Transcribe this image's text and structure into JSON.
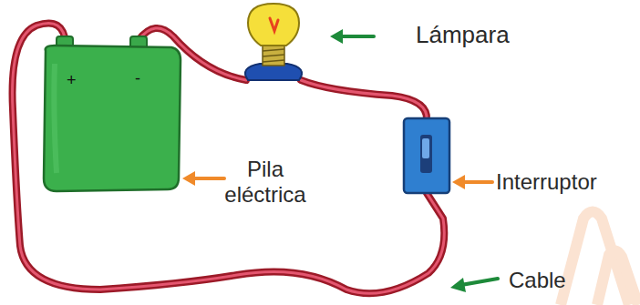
{
  "diagram": {
    "labels": [
      "Lámpara",
      "Pila eléctrica",
      "Interruptor",
      "Cable",
      "+",
      "-"
    ]
  }
}
